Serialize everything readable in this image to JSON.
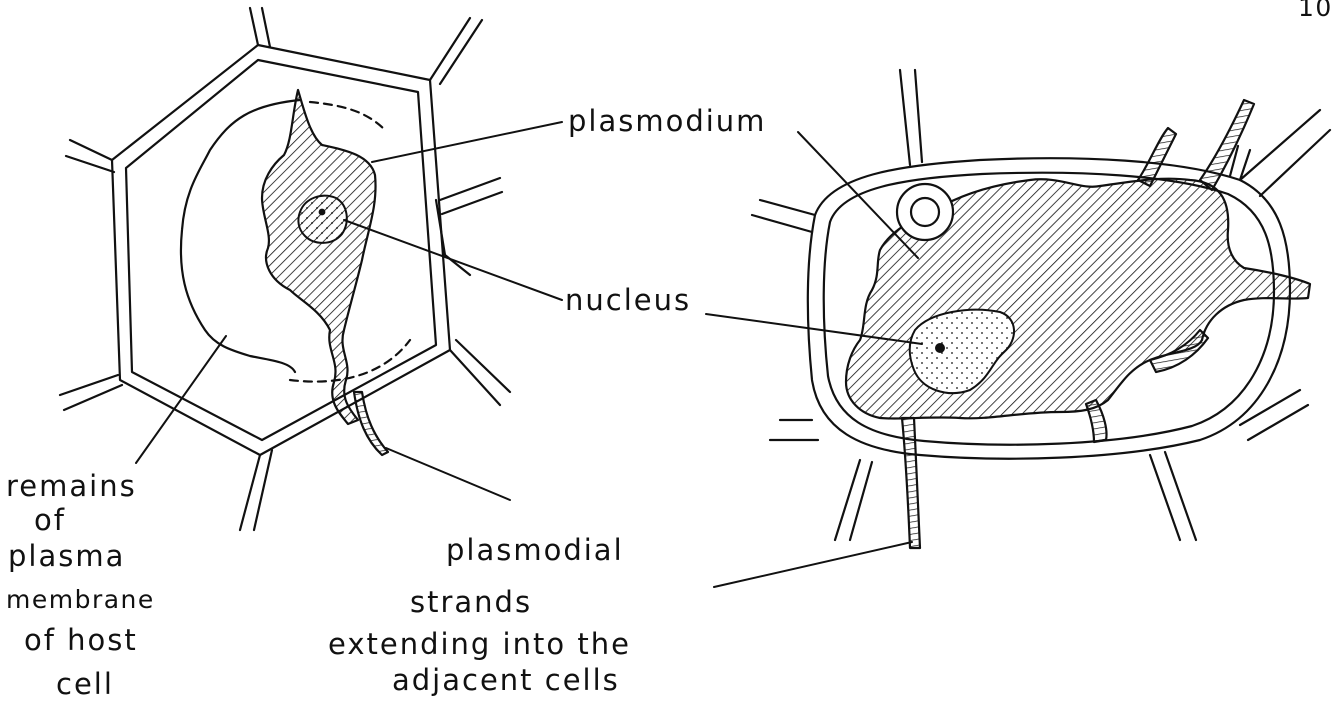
{
  "page_number": "10",
  "labels": {
    "plasmodium": "plasmodium",
    "nucleus": "nucleus",
    "remains": [
      "remains",
      "of",
      "plasma",
      "membrane",
      "of host",
      "cell"
    ],
    "strands": [
      "plasmodial",
      "strands",
      "extending into the",
      "adjacent cells"
    ]
  },
  "colors": {
    "ink": "#111111",
    "paper": "#ffffff"
  }
}
